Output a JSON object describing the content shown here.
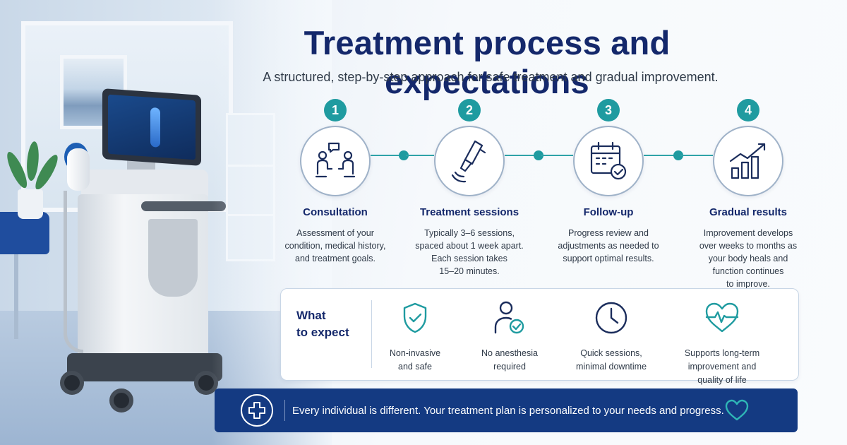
{
  "header": {
    "title": "Treatment process and expectations",
    "subtitle": "A structured, step-by-step approach for safe treatment and gradual improvement."
  },
  "steps": [
    {
      "number": "1",
      "icon": "consultation-icon",
      "title": "Consultation",
      "description": "Assessment of your\ncondition, medical history,\nand treatment goals."
    },
    {
      "number": "2",
      "icon": "treatment-probe-icon",
      "title": "Treatment sessions",
      "description": "Typically 3–6 sessions,\nspaced about 1 week apart.\nEach session takes\n15–20 minutes."
    },
    {
      "number": "3",
      "icon": "calendar-check-icon",
      "title": "Follow-up",
      "description": "Progress review and\nadjustments as needed to\nsupport optimal results."
    },
    {
      "number": "4",
      "icon": "growth-chart-icon",
      "title": "Gradual results",
      "description": "Improvement develops\nover weeks to months as\nyour body heals and\nfunction continues\nto improve."
    }
  ],
  "expect": {
    "title": "What\nto expect",
    "items": [
      {
        "icon": "shield-check-icon",
        "label": "Non-invasive\nand safe"
      },
      {
        "icon": "person-check-icon",
        "label": "No anesthesia\nrequired"
      },
      {
        "icon": "clock-icon",
        "label": "Quick sessions,\nminimal downtime"
      },
      {
        "icon": "heartbeat-icon",
        "label": "Supports long-term\nimprovement and\nquality of life"
      }
    ]
  },
  "banner": {
    "icon": "medical-cross-icon",
    "text": "Every individual is different. Your treatment plan is personalized to your needs and progress.",
    "end_icon": "heart-outline-icon"
  },
  "colors": {
    "navy": "#14286b",
    "teal": "#1f9ba0",
    "banner": "#143a82",
    "body_text": "#2f3a48"
  }
}
